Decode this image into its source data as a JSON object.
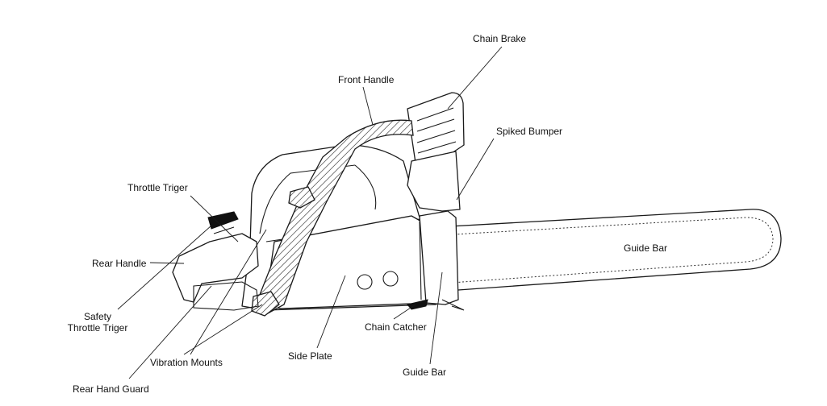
{
  "labels": {
    "chain_brake": "Chain Brake",
    "front_handle": "Front Handle",
    "spiked_bumper": "Spiked Bumper",
    "throttle_trigger": "Throttle Triger",
    "rear_handle": "Rear Handle",
    "guide_bar_right": "Guide Bar",
    "safety_line1": "Safety",
    "safety_line2": "Throttle Triger",
    "chain_catcher": "Chain Catcher",
    "vibration_mounts": "Vibration Mounts",
    "side_plate": "Side Plate",
    "guide_bar_bottom": "Guide Bar",
    "rear_hand_guard": "Rear Hand Guard"
  },
  "colors": {
    "ink": "#1a1a1a",
    "background": "#ffffff",
    "trigger_fill": "#111111"
  }
}
